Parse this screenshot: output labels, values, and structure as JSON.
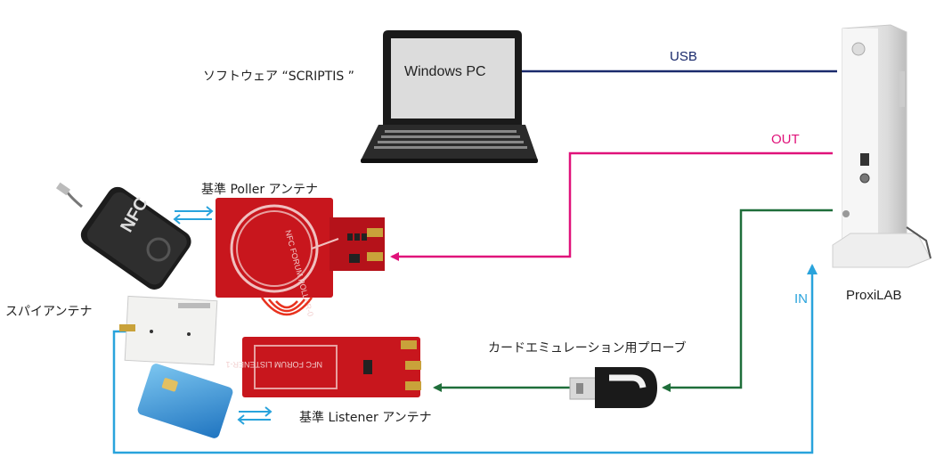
{
  "labels": {
    "software": "ソフトウェア “SCRIPTIS ”",
    "pc_screen": "Windows PC",
    "usb": "USB",
    "out": "OUT",
    "in": "IN",
    "proxilab": "ProxiLAB",
    "poller_antenna": "基準 Poller アンテナ",
    "spy_antenna": "スパイアンテナ",
    "card_probe": "カードエミュレーション用プローブ",
    "listener_antenna": "基準 Listener アンテナ",
    "nfc_reader_text": "NFC",
    "poller_board_text": "NFC FORUM POLLER-0",
    "listener_board_text": "NFC FORUM LISTENER-1"
  },
  "colors": {
    "usb_line": "#1a2a6c",
    "out_line": "#e0127a",
    "in_line": "#29a3dc",
    "probe_line": "#1f6e3a",
    "pcb_red": "#c8161d",
    "card_blue": "#2a8ad4"
  },
  "icons": [
    "laptop-icon",
    "proxilab-device-icon",
    "nfc-reader-icon",
    "spy-antenna-card-icon",
    "contactless-card-icon",
    "probe-icon",
    "rf-waves-icon",
    "bidirectional-arrow-icon"
  ]
}
